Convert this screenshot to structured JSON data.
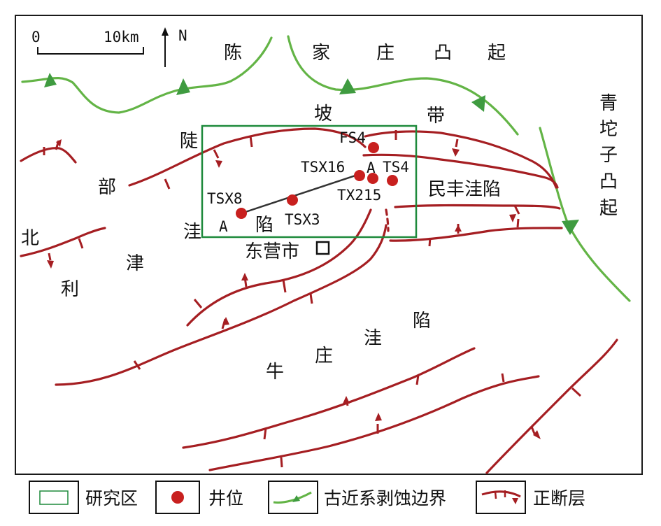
{
  "scale_bar": {
    "start_label": "0",
    "end_label": "10km"
  },
  "north_arrow": {
    "label": "N"
  },
  "region_labels": {
    "chen_chars": [
      "陈",
      "家",
      "庄",
      "凸",
      "起"
    ],
    "qing_chars": [
      "青",
      "坨",
      "子",
      "凸",
      "起"
    ],
    "slope_chars": [
      "陡",
      "坡",
      "带"
    ],
    "bu": "部",
    "wa": "洼",
    "bei": "北",
    "li": "利",
    "jin": "津",
    "xian": "陷",
    "minfeng": "民丰洼陷",
    "niuzhuang_chars": [
      "牛",
      "庄",
      "洼",
      "陷"
    ],
    "dongying": "东营市"
  },
  "section_line": {
    "start_label": "A",
    "end_label": "A"
  },
  "wells": [
    {
      "name": "FS4"
    },
    {
      "name": "TSX16"
    },
    {
      "name": "TS4"
    },
    {
      "name": "TX215"
    },
    {
      "name": "TSX8"
    },
    {
      "name": "TSX3"
    }
  ],
  "legend": [
    {
      "icon": "study-area-box-icon",
      "label": "研究区"
    },
    {
      "icon": "well-dot-icon",
      "label": "井位"
    },
    {
      "icon": "erosion-boundary-icon",
      "label": "古近系剥蚀边界"
    },
    {
      "icon": "normal-fault-icon",
      "label": "正断层"
    }
  ],
  "colors": {
    "fault": "#a51e22",
    "erosion_boundary": "#63b446",
    "study_area": "#1e8a3c",
    "well": "#c8201f"
  }
}
